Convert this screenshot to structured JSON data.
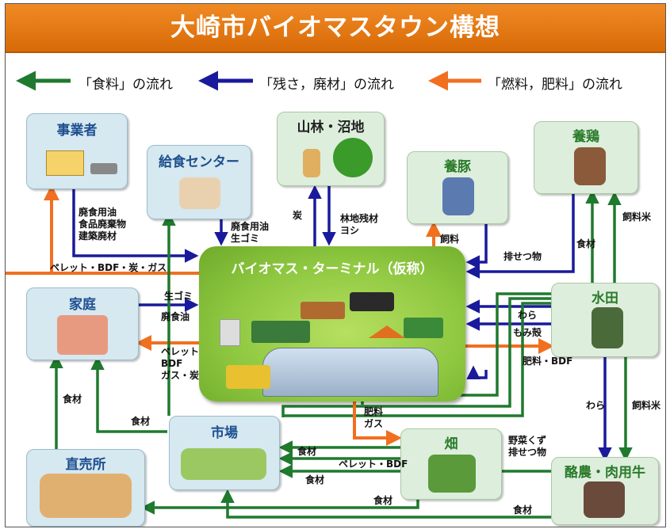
{
  "title": "大崎市バイオマスタウン構想",
  "legend": {
    "food": "「食料」の流れ",
    "waste": "「残さ，廃材」の流れ",
    "fuel": "「燃料，肥料」の流れ"
  },
  "colors": {
    "food": "#1f7a2e",
    "waste": "#1a1a9c",
    "fuel": "#f07020",
    "title_bg": "#e47a14"
  },
  "nodes": {
    "business": "事業者",
    "school_lunch": "給食センター",
    "forest": "山林・沼地",
    "pig": "養豚",
    "chicken": "養鶏",
    "home": "家庭",
    "paddy": "水田",
    "market": "市場",
    "field": "畑",
    "direct_shop": "直売所",
    "dairy": "酪農・肉用牛",
    "terminal": "バイオマス・ターミナル（仮称）"
  },
  "flows": {
    "business_waste": "廃食用油\n食品廃棄物\n建築廃材",
    "lunch_waste": "廃食用油\n生ゴミ",
    "charcoal": "炭",
    "forest_residue": "林地残材\nヨシ",
    "feed": "飼料",
    "pellet_to_business": "ペレット・BDF・炭・ガス",
    "manure": "排せつ物",
    "food_material_1": "食材",
    "feed_rice_1": "飼料米",
    "garbage": "生ゴミ",
    "waste_oil": "廃食油",
    "pellet_to_home": "ペレット\nBDF\nガス・炭",
    "straw": "わら",
    "husk": "もみ殻",
    "fertilizer_bdf": "肥料・BDF",
    "food_material_home": "食材",
    "food_material_market": "食材",
    "fertilizer_gas": "肥料\nガス",
    "veg_waste": "野菜くず\n排せつ物",
    "straw_2": "わら",
    "feed_rice_2": "飼料米",
    "food_material_field": "食材",
    "pellet_bdf_field": "ペレット・BDF",
    "food_material_field2": "食材",
    "food_material_bottom": "食材",
    "food_material_dairy": "食材"
  }
}
